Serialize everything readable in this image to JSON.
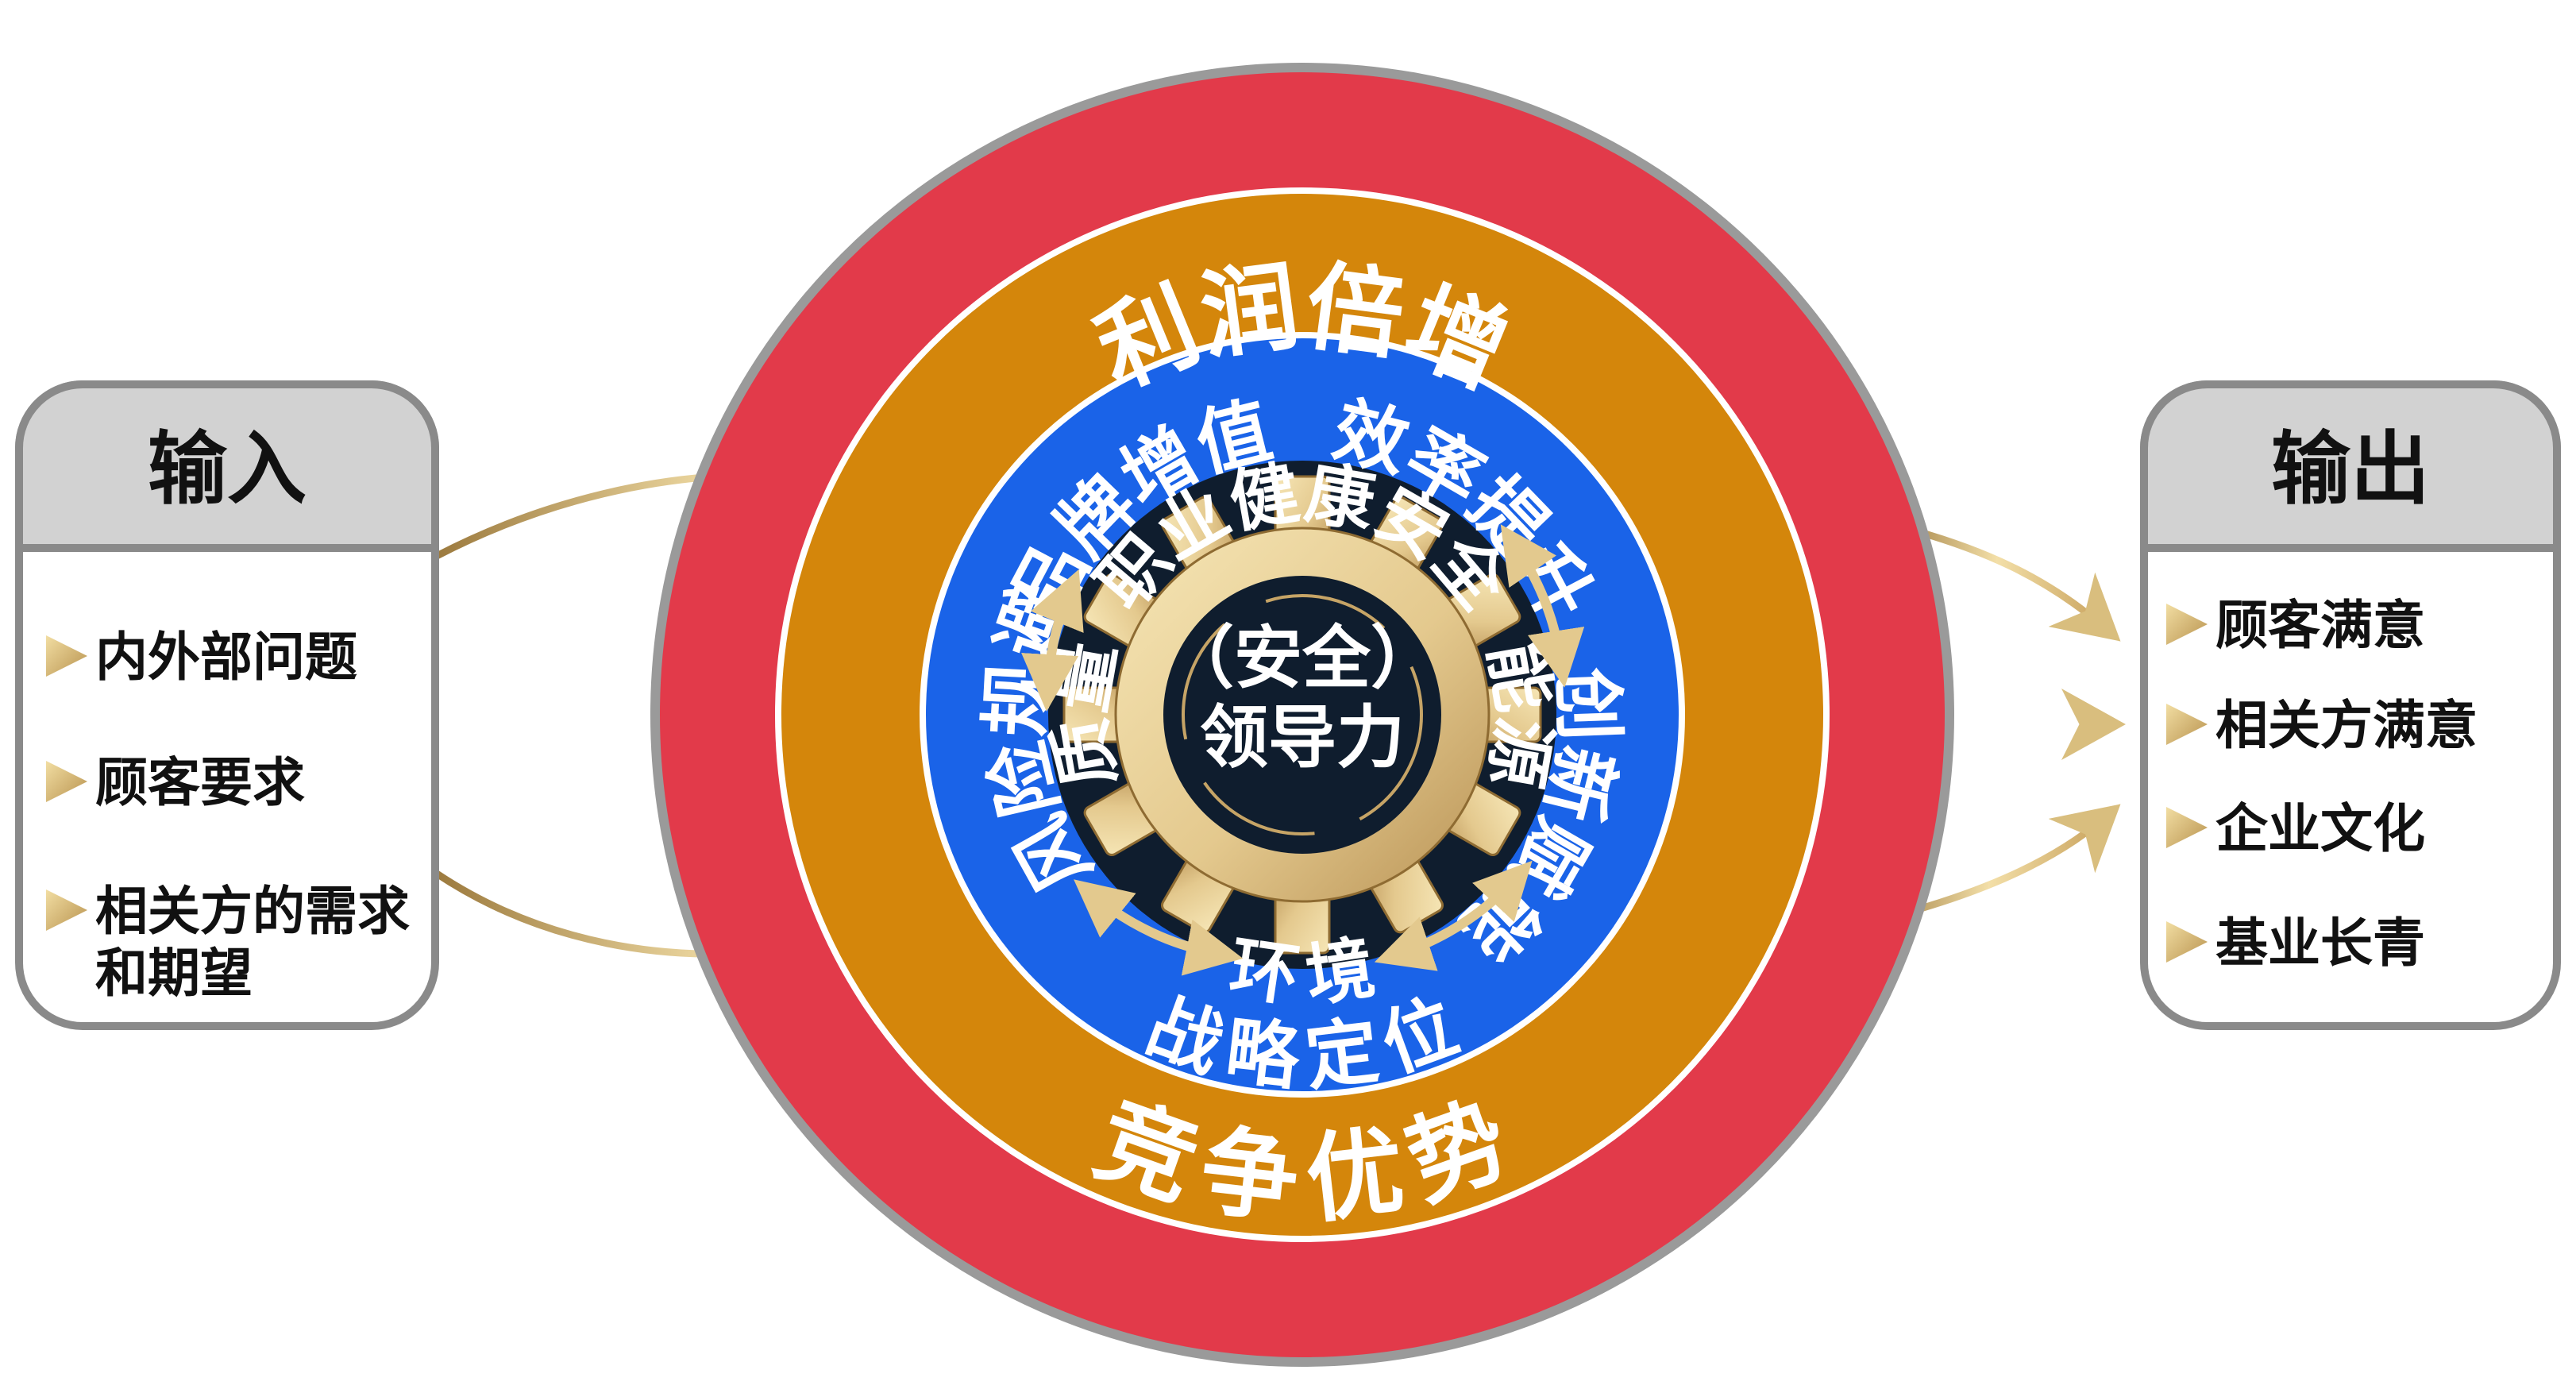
{
  "colors": {
    "outer_ring": "#E23A4A",
    "middle_ring": "#D4860B",
    "inner_ring": "#1A63E8",
    "core": "#0F1D2E",
    "gear_light": "#F3DDA4",
    "gear_dark": "#B08A48",
    "panel_header": "#D0D0D0",
    "panel_border": "#808080",
    "bullet": "#D7B66A",
    "arrow": "#D9BE7E"
  },
  "input_panel": {
    "title": "输入",
    "items": [
      "内外部问题",
      "顾客要求",
      "相关方的需求和期望"
    ]
  },
  "output_panel": {
    "title": "输出",
    "items": [
      "顾客满意",
      "相关方满意",
      "企业文化",
      "基业长青"
    ]
  },
  "outer_ring": {
    "top": "利润倍增",
    "bottom": "竞争优势"
  },
  "middle_ring": {
    "top_left": "品牌增值",
    "top_right": "效率提升",
    "left": "风险规避",
    "right": "创新赋能",
    "bottom": "战略定位"
  },
  "inner_ring": {
    "top": "职业健康安全",
    "right": "能源",
    "bottom": "环境",
    "left": "质量"
  },
  "core": {
    "line1": "（安全）",
    "line2": "领导力"
  }
}
